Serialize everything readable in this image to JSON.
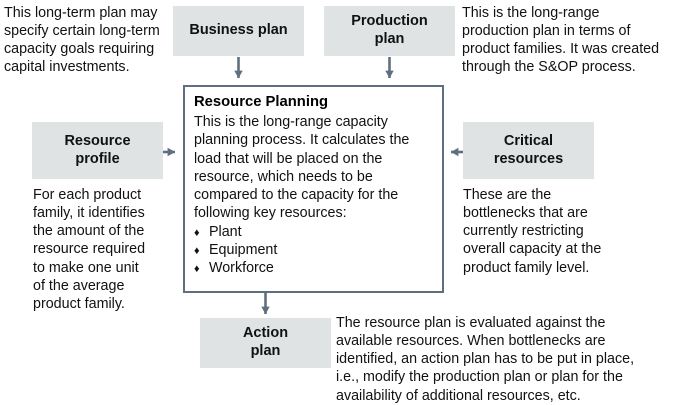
{
  "diagram": {
    "title": "Resource Planning process diagram",
    "accent_border": "#5f6f80",
    "box_fill": "#dfe3e4",
    "arrow_color": "#5f6f80"
  },
  "boxes": {
    "business_plan": {
      "label": "Business plan"
    },
    "production_plan": {
      "label": "Production\nplan"
    },
    "resource_profile": {
      "label": "Resource\nprofile"
    },
    "critical_resources": {
      "label": "Critical\nresources"
    },
    "action_plan": {
      "label": "Action\nplan"
    }
  },
  "main": {
    "title": "Resource Planning",
    "body": "This is the long-range capacity\nplanning process. It calculates the\nload that will be placed on the\nresource, which needs to be\ncompared to the capacity for the\nfollowing key resources:",
    "bullet_glyph": "♦",
    "bullets": [
      "Plant",
      "Equipment",
      "Workforce"
    ]
  },
  "notes": {
    "business_plan": "This long-term plan may\nspecify certain long-term\ncapacity goals requiring\ncapital investments.",
    "production_plan": "This is the long-range\nproduction plan in terms of\nproduct families. It was created\nthrough the S&OP process.",
    "resource_profile": "For each product\nfamily, it identifies\nthe amount of the\nresource required\nto make one unit\nof the average\nproduct family.",
    "critical_resources": "These are the\nbottlenecks that are\ncurrently restricting\noverall capacity at the\nproduct family level.",
    "action_plan": "The resource plan is evaluated against the\navailable resources. When bottlenecks are\nidentified, an action plan has to be put in place,\ni.e., modify the production plan or plan for the\navailability of additional resources, etc."
  },
  "arrows": [
    {
      "name": "business-plan-to-resource-planning",
      "direction": "down"
    },
    {
      "name": "production-plan-to-resource-planning",
      "direction": "down"
    },
    {
      "name": "resource-profile-to-resource-planning",
      "direction": "right"
    },
    {
      "name": "critical-resources-to-resource-planning",
      "direction": "left"
    },
    {
      "name": "resource-planning-to-action-plan",
      "direction": "down"
    }
  ]
}
